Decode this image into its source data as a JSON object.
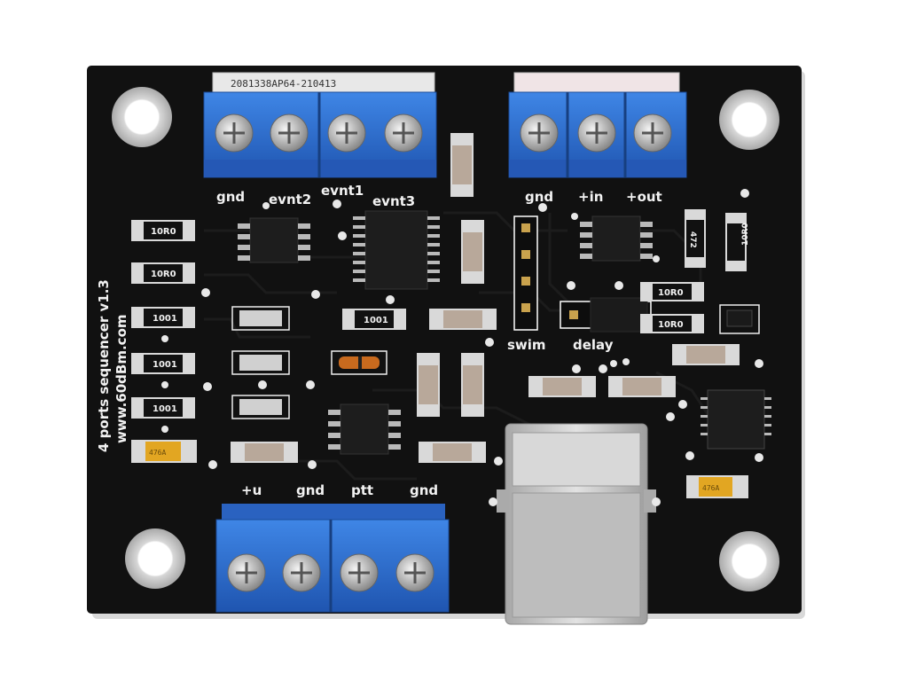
{
  "colors": {
    "pcb": "#111111",
    "terminal_blue": "#2f6fd0",
    "silkscreen": "#f2f2f2",
    "usb_metal": "#cfcfcf"
  },
  "board": {
    "side_text_line1": "4 ports sequencer v1.3",
    "side_text_line2": "www.60dBm.com"
  },
  "labels": {
    "gnd_top_left": "gnd",
    "evnt2": "evnt2",
    "evnt1": "evnt1",
    "evnt3": "evnt3",
    "gnd_top_right": "gnd",
    "plus_in": "+in",
    "plus_out": "+out",
    "swim": "swim",
    "delay": "delay",
    "plus_u": "+u",
    "gnd_bottom_1": "gnd",
    "ptt": "ptt",
    "gnd_bottom_2": "gnd"
  },
  "terminal_top_sticker": "2081338AP64-210413",
  "components": {
    "res_10r0": "10R0",
    "res_1001": "1001",
    "res_472": "472",
    "cap_tantalum": "476A"
  },
  "icons": [
    "mounting-hole-icon",
    "terminal-screw-icon",
    "usb-b-connector-icon",
    "ic-chip-icon"
  ]
}
